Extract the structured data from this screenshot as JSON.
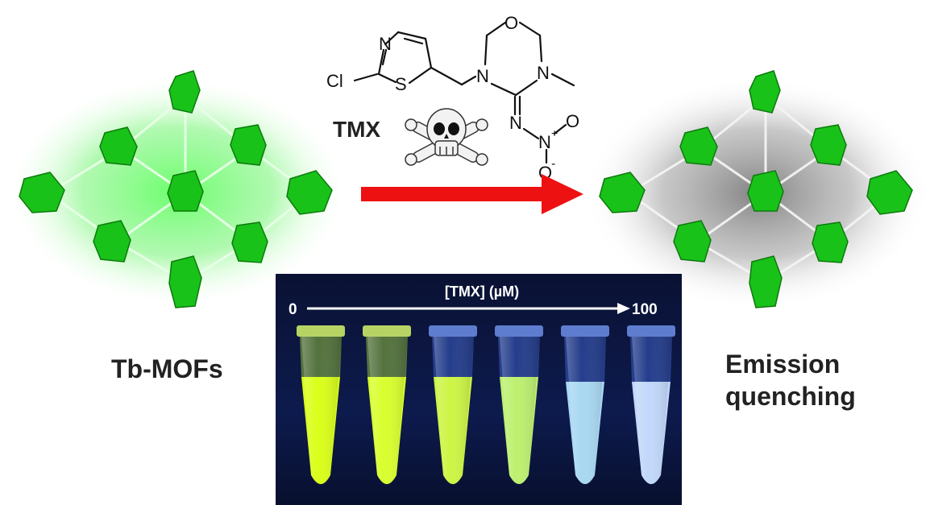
{
  "left_panel": {
    "label": "Tb-MOFs"
  },
  "right_panel": {
    "label_line1": "Emission",
    "label_line2": "quenching"
  },
  "molecule": {
    "name": "TMX",
    "atoms": {
      "cl": "Cl",
      "s": "S",
      "n_thiazole": "N",
      "n_ring1": "N",
      "n_ring2": "N",
      "o_ring": "O",
      "n_imine": "N",
      "n_nitro": "N",
      "nitro_plus": "+",
      "o_nitro1": "O",
      "o_nitro2": "O",
      "nitro_minus": "-"
    }
  },
  "photo": {
    "axis_title": "[TMX] (µM)",
    "axis_start": "0",
    "axis_end": "100",
    "tube_colors": [
      "#d9ff1a",
      "#d8ff2e",
      "#ccf545",
      "#bdf070",
      "#a9d8f2",
      "#c2d8fa"
    ]
  },
  "colors": {
    "mof_node": "#19c219",
    "glow": "#5cff5c",
    "arrow": "#ee1111",
    "photo_bg": "#0b1440"
  }
}
